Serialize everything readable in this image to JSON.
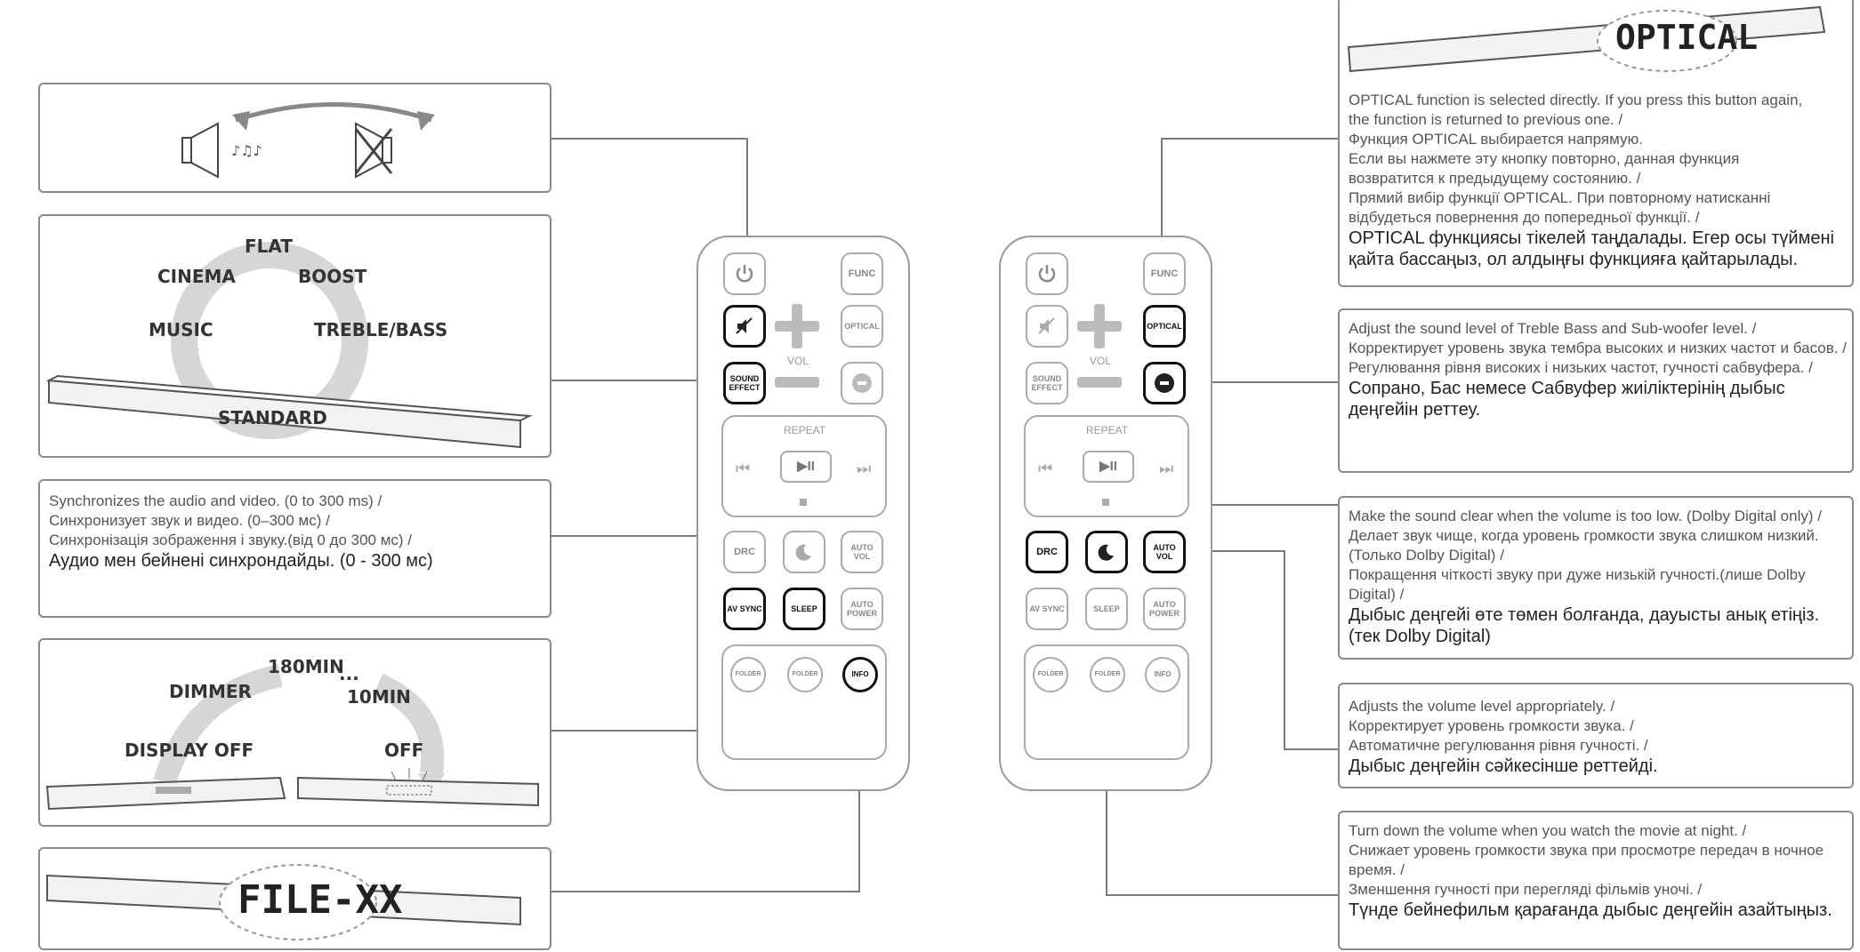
{
  "left": {
    "sound_modes": {
      "flat": "FLAT",
      "cinema": "CINEMA",
      "boost": "BOOST",
      "music": "MUSIC",
      "treble_bass": "TREBLE/BASS",
      "standard": "STANDARD"
    },
    "av_sync": {
      "en": "Synchronizes the audio and video. (0 to 300 ms)  /",
      "ru": "Синхронизует звук и видео. (0–300 мс) /",
      "uk": "Синхронізація зображення і звуку.(від 0 до 300 мс)  /",
      "kk": "Аудио мен бейнені синхрондайды. (0 - 300 мс)"
    },
    "sleep_modes": {
      "min180": "180MIN",
      "dots": "...",
      "min10": "10MIN",
      "dimmer": "DIMMER",
      "display_off": "DISPLAY OFF",
      "off": "OFF"
    },
    "file_display": "FILE-XX"
  },
  "right": {
    "optical_display": "OPTICAL",
    "optical": {
      "en1": "OPTICAL function is selected directly. If you press this button again,",
      "en2": "the function is returned to previous one. /",
      "ru1": "Функция OPTICAL выбирается напрямую.",
      "ru2": "Если вы нажмете эту кнопку повторно, данная функция",
      "ru3": "возвратится к предыдущему состоянию. /",
      "uk1": "Прямий вибір функції OPTICAL. При повторному натисканні",
      "uk2": "відбудеться повернення до попередньої функції. /",
      "kk": "OPTICAL функциясы тікелей таңдалады. Егер осы түймені қайта бассаңыз, ол алдыңғы функцияға қайтарылады."
    },
    "treble_bass": {
      "en": "Adjust the sound level of  Treble Bass and Sub-woofer level. /",
      "ru": "Корректирует уровень звука тембра высоких и низких частот и басов. /",
      "uk": "Регулювання рівня високих і низьких частот, гучності сабвуфера. /",
      "kk": "Сопрано, Бас немесе Сабвуфер жиіліктерінің дыбыс деңгейін реттеу."
    },
    "drc": {
      "en": "Make the sound clear when the volume is too low. (Dolby Digital only)  /",
      "ru": "Делает звук чище, когда уровень громкости звука слишком низкий. (Только Dolby Digital)  /",
      "uk": "Покращення чіткості звуку при дуже низькій гучності.(лише Dolby Digital)  /",
      "kk": "Дыбыс деңгейі өте төмен болғанда, дауысты анық етіңіз. (тек Dolby Digital)"
    },
    "auto_vol": {
      "en": "Adjusts the volume level appropriately. /",
      "ru": "Корректирует уровень громкости звука. /",
      "uk": "Автоматичне регулювання рівня гучності. /",
      "kk": "Дыбыс деңгейін сәйкесінше реттейді."
    },
    "night": {
      "en": "Turn down the volume when you watch the movie at night. /",
      "ru": "Снижает уровень громкости звука при просмотре передач в ночное время. /",
      "uk": "Зменшення гучності при перегляді фільмів уночі. /",
      "kk": "Түнде бейнефильм қарағанда дыбыс деңгейін азайтыңыз."
    }
  },
  "remote": {
    "func": "FUNC",
    "optical": "OPTICAL",
    "vol": "VOL",
    "sound_effect": "SOUND EFFECT",
    "repeat": "REPEAT",
    "play_pause": "▶II",
    "drc": "DRC",
    "auto_vol": "AUTO VOL",
    "av_sync": "AV SYNC",
    "sleep": "SLEEP",
    "auto_power": "AUTO POWER",
    "folder": "FOLDER",
    "info": "INFO"
  },
  "colors": {
    "border": "#8a8a8a",
    "highlight": "#111111",
    "arrow": "#cfcfcf"
  }
}
